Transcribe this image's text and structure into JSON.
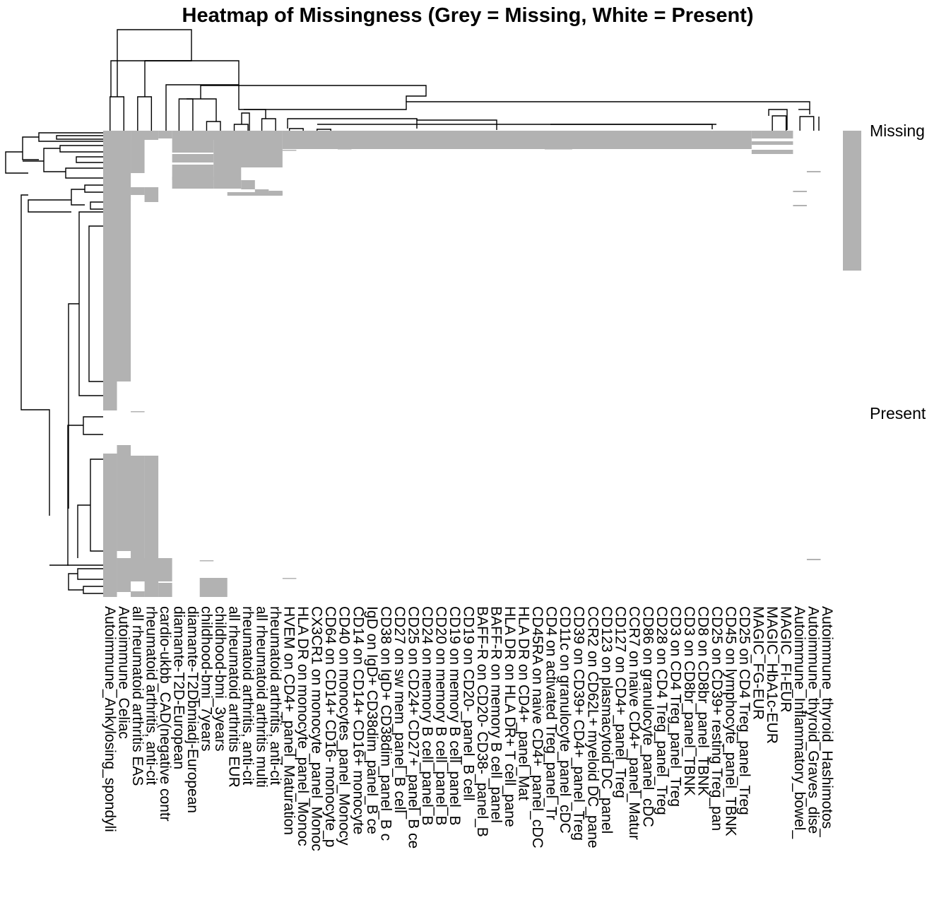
{
  "chart_data": {
    "type": "heatmap",
    "title": "Heatmap of Missingness (Grey = Missing, White = Present)",
    "legend": {
      "position": "right",
      "entries": [
        {
          "label": "Missing",
          "color": "#b2b2b2"
        },
        {
          "label": "Present",
          "color": "#ffffff"
        }
      ]
    },
    "colors": {
      "missing": "#b2b2b2",
      "present": "#ffffff",
      "tree": "#000000"
    },
    "grid": false,
    "columns": [
      "Autoimmune_Ankylosing_spondyli",
      "Autoimmune_Celiac",
      "all rheumatoid arthritis EAS",
      "rheumatoid arthritis, anti-cit",
      "cardio-ukbb_CAD(negative contr",
      "diamante-T2D-European",
      "diamante-T2Dbmiadj-European",
      "childhood-bmi_7years",
      "childhood-bmi_3years",
      "all rheumatoid arthritis EUR",
      "rheumatoid arthritis, anti-cit",
      "all rheumatoid arthritis multi",
      "rheumatoid arthritis, anti-cit",
      "HVEM on CD4+_panel_Maturation",
      "HLA DR on monocyte_panel_Monoc",
      "CX3CR1 on monocyte_panel_Monoc",
      "CD64 on CD14+ CD16- monocyte_p",
      "CD40 on monocytes_panel_Monocy",
      "CD14 on CD14+ CD16+ monocyte",
      "IgD on IgD+ CD38dim_panel_B ce",
      "CD38 on IgD+ CD38dim_panel_B c",
      "CD27 on sw mem_panel_B cell",
      "CD25 on CD24+ CD27+_panel_B ce",
      "CD24 on memory B cell_panel_B",
      "CD20 on memory B cell_panel_B",
      "CD19 on memory B cell_panel_B",
      "CD19 on CD20-_panel_B cell",
      "BAFF-R on CD20- CD38-_panel_B",
      "BAFF-R on memory B cell_panel",
      "HLA DR on HLA DR+ T cell_pane",
      "HLA DR on CD4+_panel_Mat",
      "CD45RA on naive CD4+_panel_cDC",
      "CD4 on activated Treg_panel_Tr",
      "CD11c on granulocyte_panel_cDC",
      "CD39 on CD39+ CD4+_panel_Treg",
      "CCR2 on CD62L+ myeloid DC_pane",
      "CD123 on plasmacytoid DC_panel",
      "CD127 on CD4+_panel_Treg",
      "CCR7 on naive CD4+_panel_Matur",
      "CD86 on granulocyte_panel_cDC",
      "CD28 on CD4 Treg_panel_Treg",
      "CD3 on CD4 Treg_panel_Treg",
      "CD3 on CD8br_panel_TBNK",
      "CD8 on CD8br_panel_TBNK",
      "CD25 on CD39+ resting Treg_pan",
      "CD45 on lymphocyte_panel_TBNK",
      "CD25 on CD4 Treg_panel_Treg",
      "MAGIC_FG-EUR",
      "MAGIC_HbA1c-EUR",
      "MAGIC_FI-EUR",
      "Autoimmune_Inflammatory_bowel_",
      "Autoimmune_thyroid_Graves_dise",
      "Autoimmune_thyroid_Hashimotos_"
    ]
  }
}
